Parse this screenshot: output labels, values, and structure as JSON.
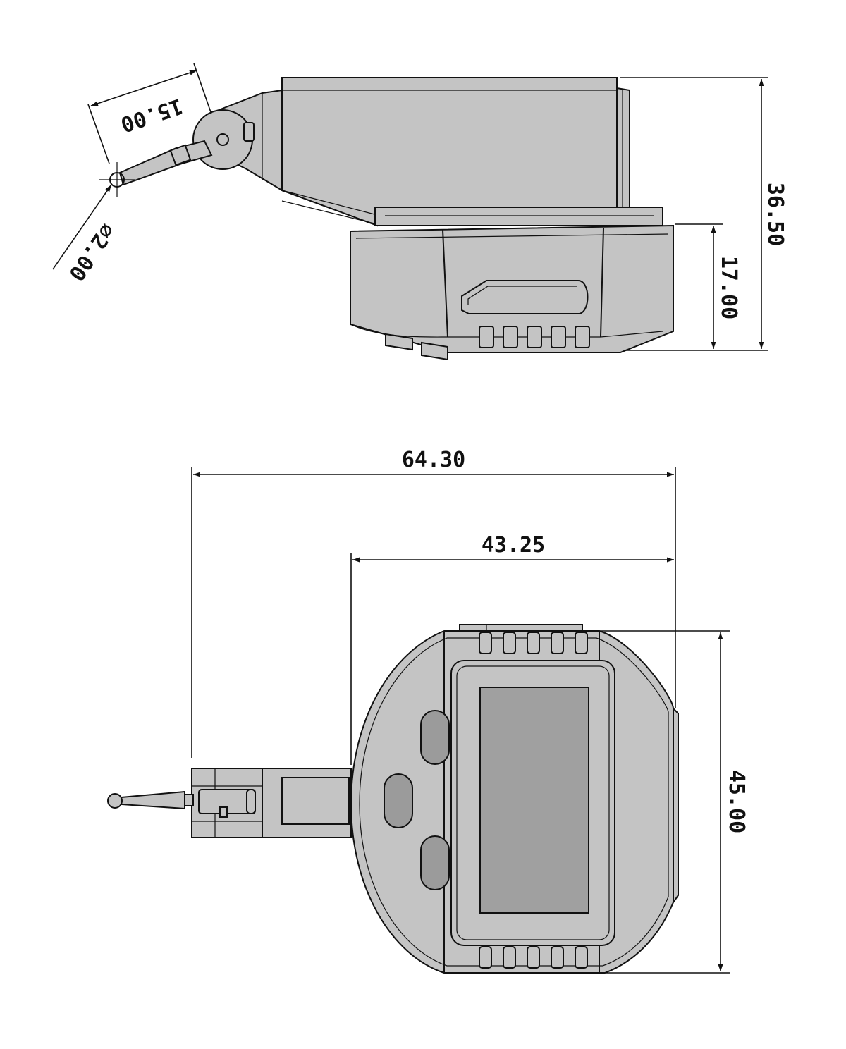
{
  "dimensions": {
    "tip_length": "15.00",
    "ball_diameter": "⌀2.00",
    "side_total_height": "36.50",
    "side_body_height": "17.00",
    "overall_length": "64.30",
    "body_width": "43.25",
    "body_height": "45.00"
  },
  "colors": {
    "line": "#111111",
    "body": "#c4c4c4",
    "button": "#9b9b9b",
    "screen": "#a0a0a0",
    "background": "#ffffff"
  }
}
